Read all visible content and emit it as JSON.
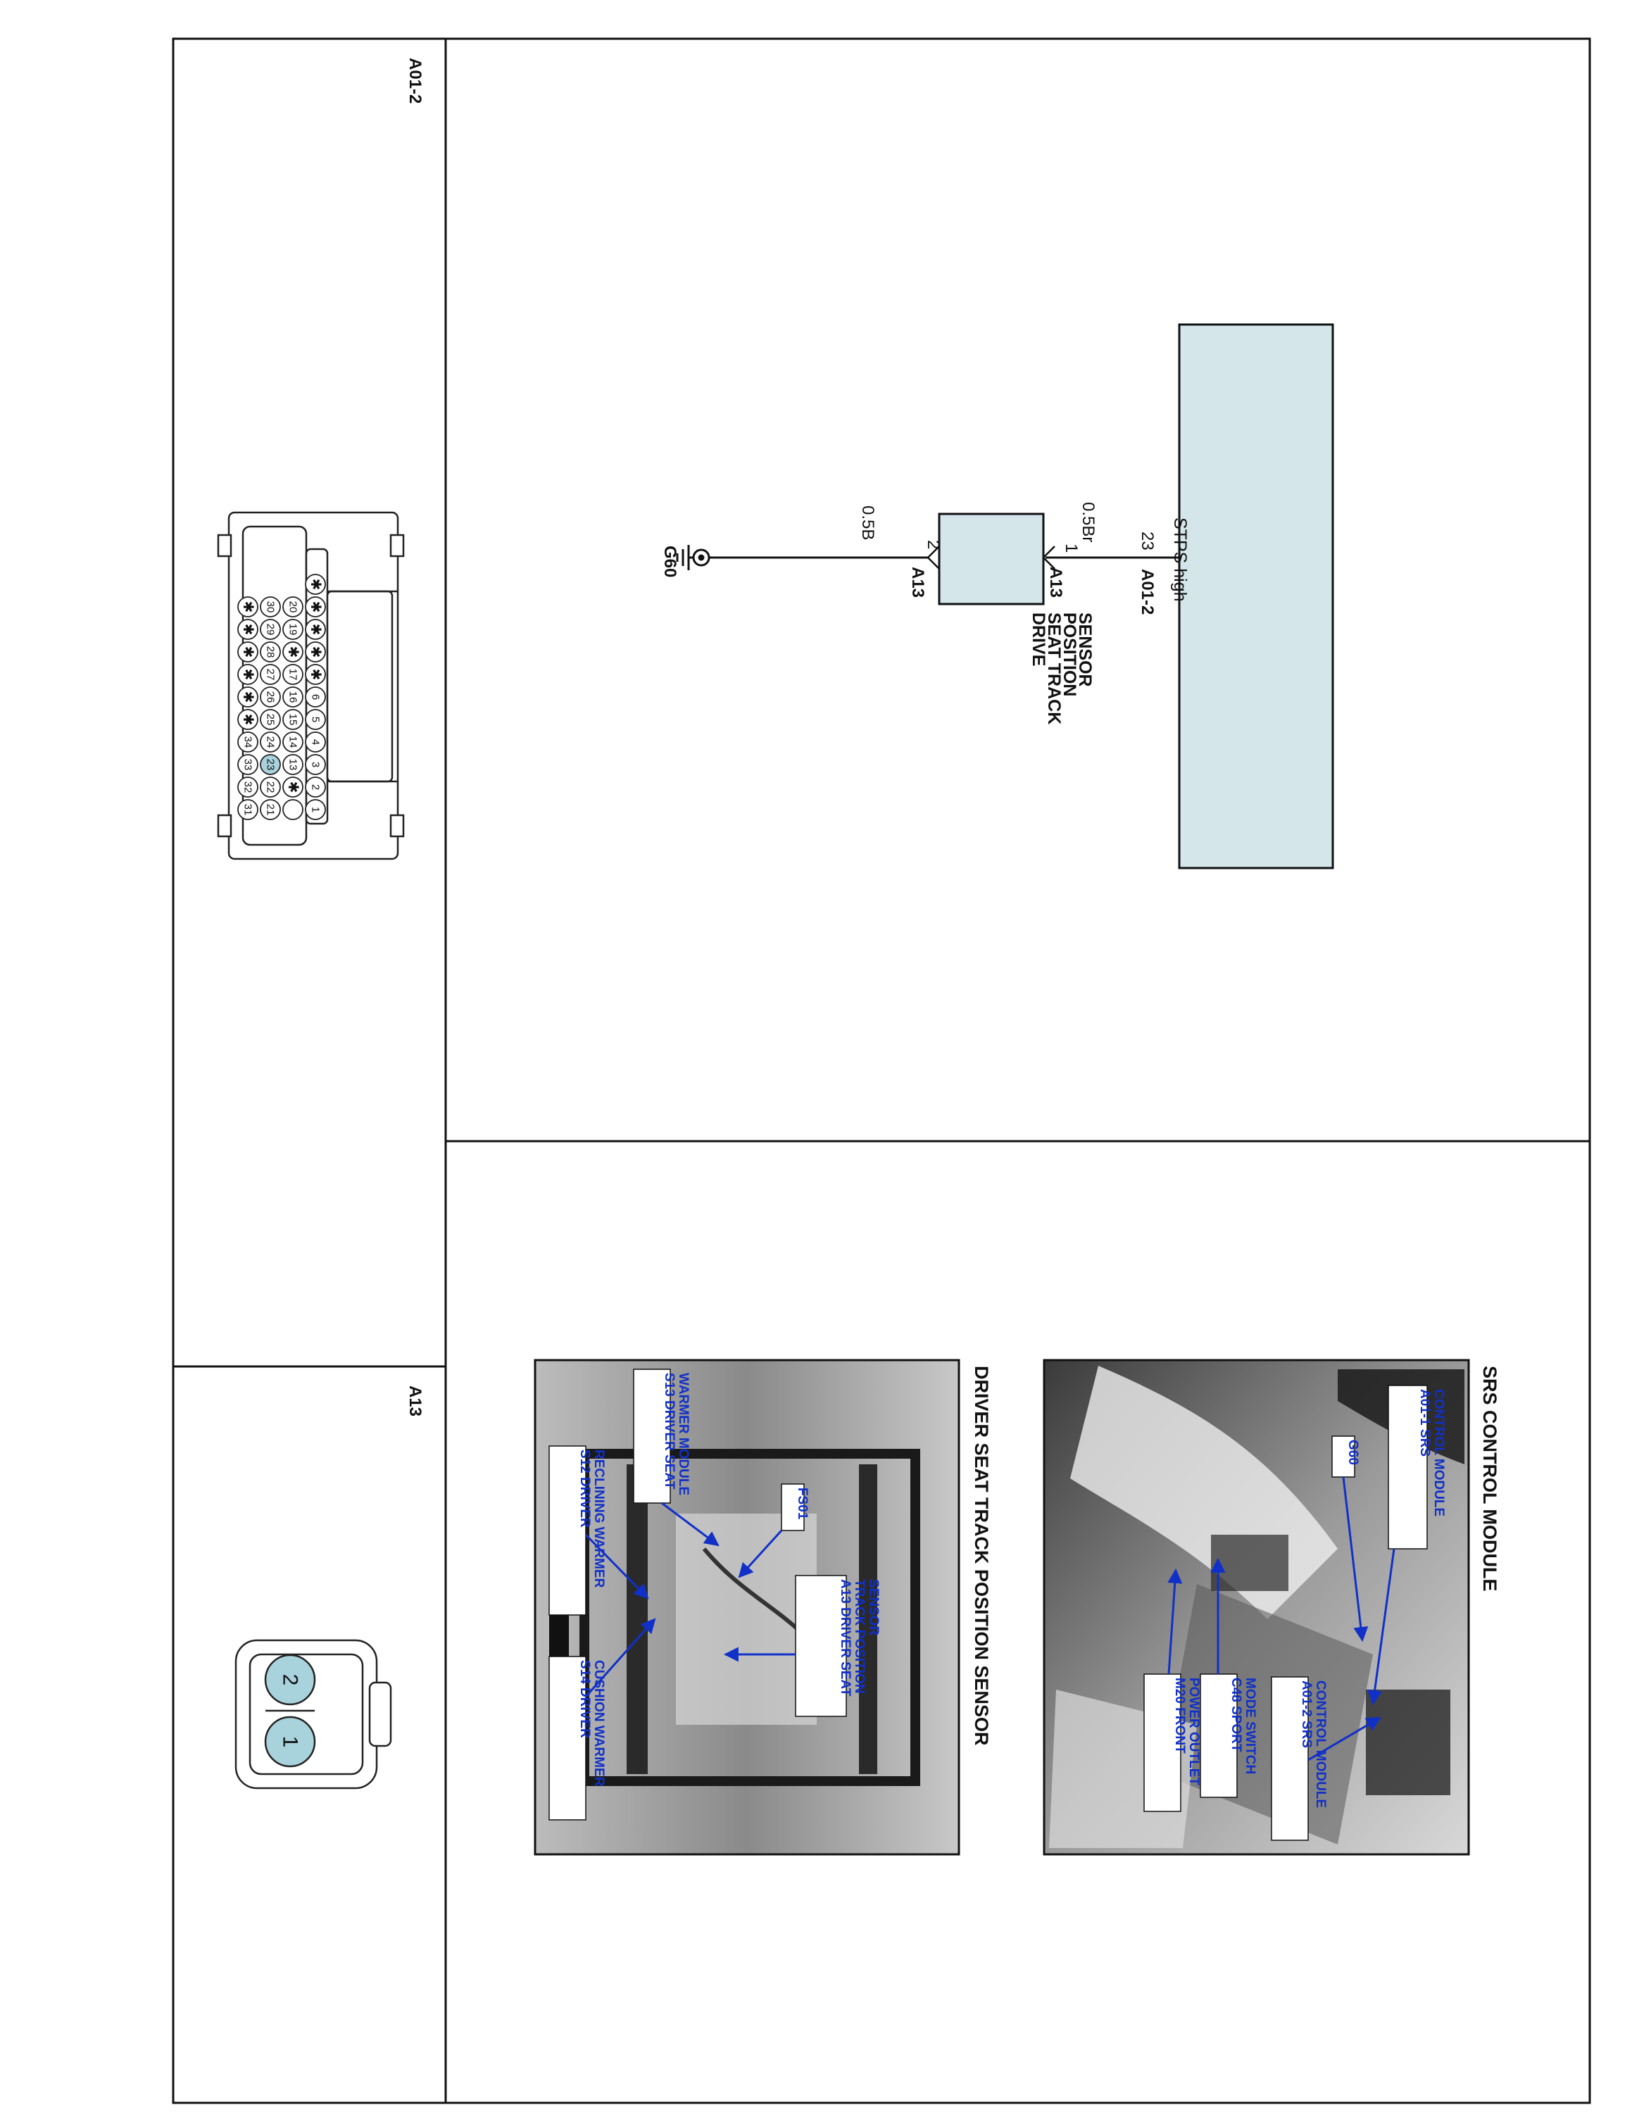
{
  "connectors": {
    "a01_2": {
      "title": "A01-2",
      "pins": [
        "1",
        "2",
        "3",
        "4",
        "5",
        "6",
        "13",
        "14",
        "15",
        "16",
        "17",
        "19",
        "20",
        "21",
        "22",
        "23",
        "24",
        "25",
        "26",
        "27",
        "28",
        "29",
        "30",
        "31",
        "32",
        "33",
        "34"
      ],
      "highlight_pin": "23"
    },
    "a13": {
      "title": "A13",
      "pins": [
        "2",
        "1"
      ]
    }
  },
  "schematic": {
    "module_label": "STPS high",
    "module_pin": "23",
    "module_connector": "A01-2",
    "wire_top": "0.5Br",
    "sensor_pin_top": "1",
    "sensor_conn_top": "A13",
    "sensor_pin_bottom": "2",
    "sensor_conn_bottom": "A13",
    "sensor_name_lines": [
      "DRIVE",
      "SEAT TRACK",
      "POSITION",
      "SENSOR"
    ],
    "wire_bottom": "0.5B",
    "ground": "G60"
  },
  "photos": {
    "srs": {
      "title": "SRS CONTROL MODULE",
      "labels": {
        "a01_1": [
          "A01-1 SRS",
          "CONTROL MODULE"
        ],
        "g60": [
          "G60"
        ],
        "a01_2": [
          "A01-2 SRS",
          "CONTROL MODULE"
        ],
        "c48": [
          "C48 SPORT",
          "MODE SWITCH"
        ],
        "m20": [
          "M20 FRONT",
          "POWER OUTLET"
        ]
      }
    },
    "seat": {
      "title": "DRIVER SEAT TRACK POSITION SENSOR",
      "labels": {
        "s13": [
          "S13 DRIVER SEAT",
          "WARMER MODULE"
        ],
        "fs01": [
          "FS01"
        ],
        "a13": [
          "A13 DRIVER SEAT",
          "TRACK POSITION",
          "SENSOR"
        ],
        "s12": [
          "S12 DRIVER",
          "RECLINING WARMER"
        ],
        "s14": [
          "S14 DRIVER",
          "CUSHION WARMER"
        ]
      }
    }
  },
  "colors": {
    "module_fill": "#d4e6ea",
    "pin_highlight": "#a8d2dc",
    "callout_text": "#1030c8"
  }
}
